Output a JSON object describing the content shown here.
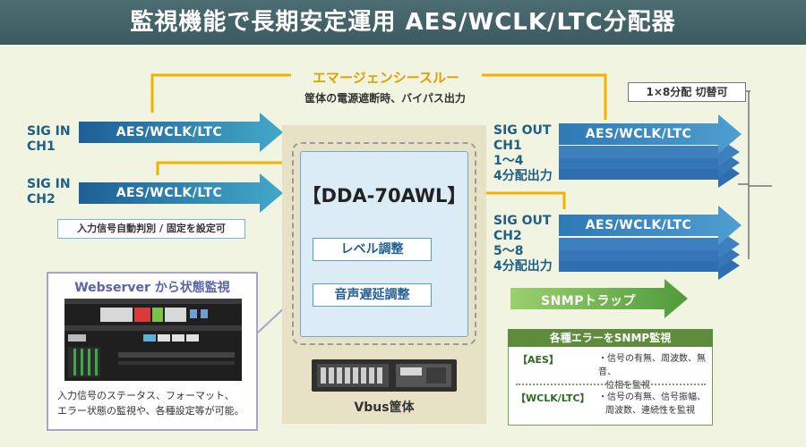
{
  "header": {
    "title": "監視機能で長期安定運用 AES/WCLK/LTC分配器"
  },
  "emergency": {
    "title": "エマージェンシースルー",
    "subtitle": "筐体の電源遮断時、バイパス出力"
  },
  "inputs": [
    {
      "label_line1": "SIG IN",
      "label_line2": "CH1",
      "signal": "AES/WCLK/LTC"
    },
    {
      "label_line1": "SIG IN",
      "label_line2": "CH2",
      "signal": "AES/WCLK/LTC"
    }
  ],
  "input_note": "入力信号自動判別 / 固定を設定可",
  "device": {
    "model": "【DDA-70AWL】",
    "functions": [
      "レベル調整",
      "音声遅延調整"
    ],
    "chassis_label": "Vbus筐体"
  },
  "webserver": {
    "title": "Webserver から状態監視",
    "description_line1": "入力信号のステータス、フォーマット、",
    "description_line2": "エラー状態の監視や、各種設定等が可能。"
  },
  "outputs": [
    {
      "label_line1": "SIG OUT",
      "label_line2": "CH1",
      "label_line3": "1～4",
      "label_line4": "4分配出力",
      "signal": "AES/WCLK/LTC"
    },
    {
      "label_line1": "SIG OUT",
      "label_line2": "CH2",
      "label_line3": "5～8",
      "label_line4": "4分配出力",
      "signal": "AES/WCLK/LTC"
    }
  ],
  "split_label": "1×8分配 切替可",
  "snmp": {
    "arrow_label": "SNMPトラップ",
    "box_title": "各種エラーをSNMP監視",
    "items": [
      {
        "label": "【AES】",
        "line1": "・信号の有無、周波数、無音、",
        "line2": "位相を監視"
      },
      {
        "label": "【WCLK/LTC】",
        "line1": "・信号の有無、信号振幅、",
        "line2": "周波数、連続性を監視"
      }
    ]
  },
  "colors": {
    "header_bg": "#466569",
    "emergency_line": "#f0b400",
    "input_arrow": "#2f7fb0",
    "output_arrow": "#3b7dc0",
    "snmp_arrow": "#63b04b",
    "background": "#f1f4e1"
  }
}
